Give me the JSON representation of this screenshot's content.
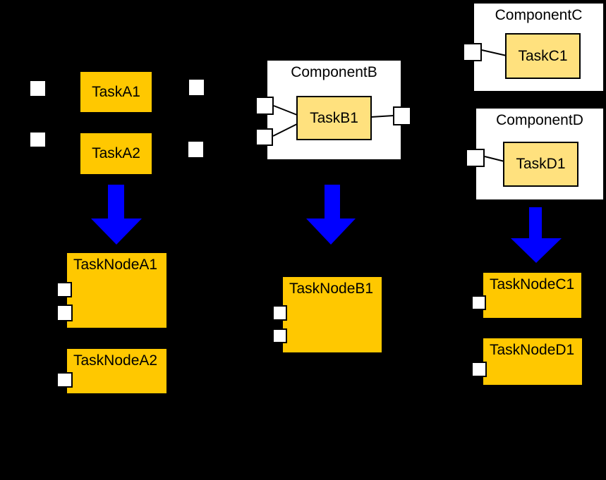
{
  "colors": {
    "background": "#000000",
    "task_fill": "#FFC800",
    "inner_task_fill": "#FFE17E",
    "component_fill": "#FFFFFF",
    "port_fill": "#FFFFFF",
    "outline": "#000000",
    "arrow": "#0000FF"
  },
  "standalone_tasks": {
    "task_a1": "TaskA1",
    "task_a2": "TaskA2"
  },
  "components": {
    "b": {
      "title": "ComponentB",
      "task": "TaskB1"
    },
    "c": {
      "title": "ComponentC",
      "task": "TaskC1"
    },
    "d": {
      "title": "ComponentD",
      "task": "TaskD1"
    }
  },
  "task_nodes": {
    "a1": "TaskNodeA1",
    "a2": "TaskNodeA2",
    "b1": "TaskNodeB1",
    "c1": "TaskNodeC1",
    "d1": "TaskNodeD1"
  }
}
